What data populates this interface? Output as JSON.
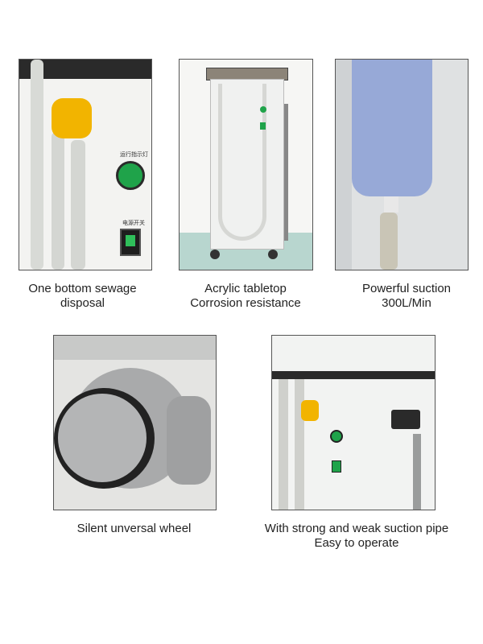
{
  "panels": [
    {
      "caption_lines": [
        "One bottom sewage",
        "disposal"
      ],
      "labels": [
        "运行指示灯",
        "电源开关"
      ]
    },
    {
      "caption_lines": [
        "Acrylic tabletop",
        "Corrosion resistance"
      ]
    },
    {
      "caption_lines": [
        "Powerful suction",
        "300L/Min"
      ]
    },
    {
      "caption_lines": [
        "Silent unversal wheel"
      ]
    },
    {
      "caption_lines": [
        "With strong and weak suction pipe",
        "Easy to operate"
      ]
    }
  ],
  "colors": {
    "indicator_green": "#1fa34a",
    "hose_yellow": "#f2b400",
    "tank_blue": "#8fa3d6",
    "cabinet_white": "#f4f5f4"
  }
}
